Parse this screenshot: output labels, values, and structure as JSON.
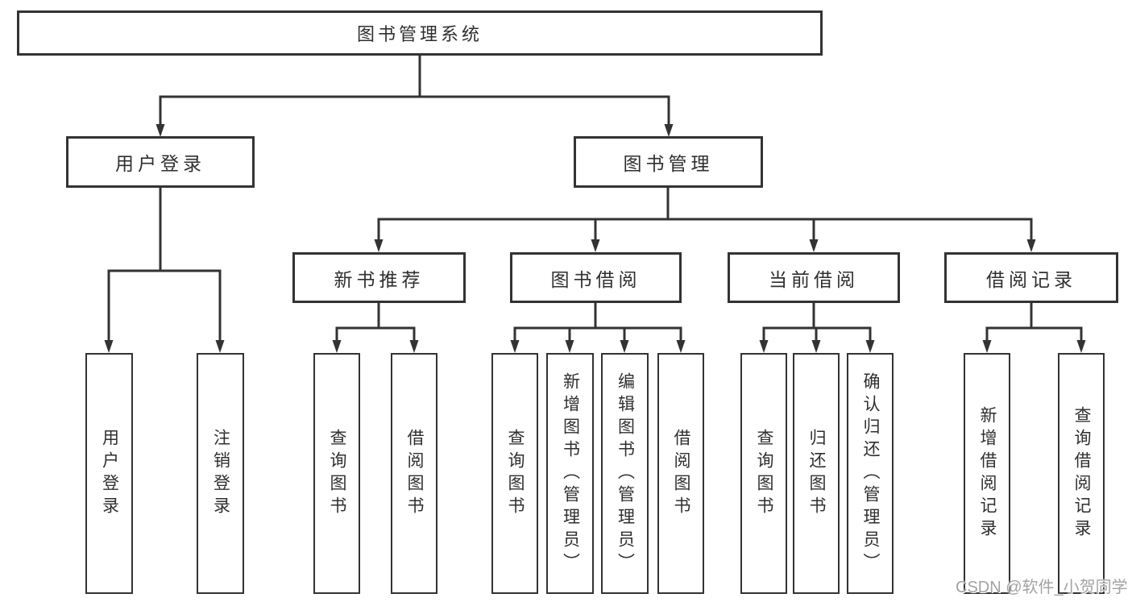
{
  "diagram_title": "图书管理系统",
  "tree": {
    "label": "图书管理系统",
    "children": [
      {
        "label": "用户登录",
        "children": [
          {
            "label": "用户登录"
          },
          {
            "label": "注销登录"
          }
        ]
      },
      {
        "label": "图书管理",
        "children": [
          {
            "label": "新书推荐",
            "children": [
              {
                "label": "查询图书"
              },
              {
                "label": "借阅图书"
              }
            ]
          },
          {
            "label": "图书借阅",
            "children": [
              {
                "label": "查询图书"
              },
              {
                "label": "新增图书（管理员）"
              },
              {
                "label": "编辑图书（管理员）"
              },
              {
                "label": "借阅图书"
              }
            ]
          },
          {
            "label": "当前借阅",
            "children": [
              {
                "label": "查询图书"
              },
              {
                "label": "归还图书"
              },
              {
                "label": "确认归还（管理员）"
              }
            ]
          },
          {
            "label": "借阅记录",
            "children": [
              {
                "label": "新增借阅记录"
              },
              {
                "label": "查询借阅记录"
              }
            ]
          }
        ]
      }
    ]
  },
  "watermark": {
    "text": "CSDN @软件_小贺同学"
  },
  "colors": {
    "line": "#333333",
    "text": "#2f2f2f",
    "watermark": "#a3a3a3",
    "background": "#ffffff"
  }
}
